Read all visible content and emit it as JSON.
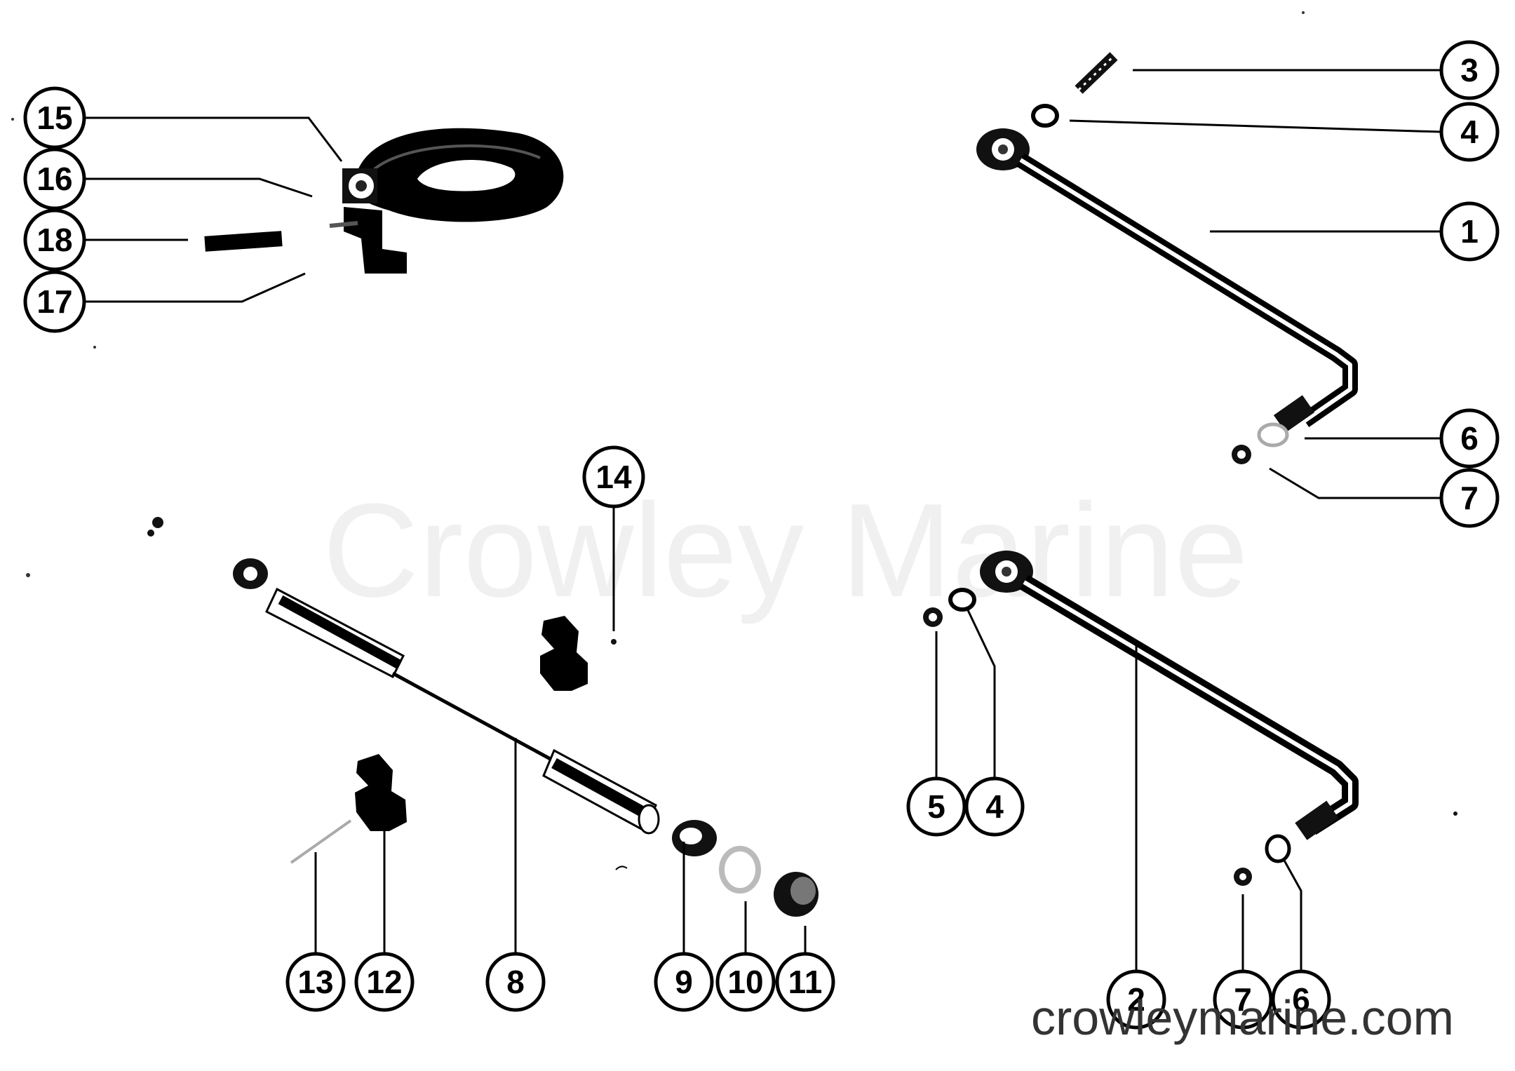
{
  "watermark": "Crowley Marine",
  "website": "crowleymarine.com",
  "callouts": [
    {
      "id": "c15",
      "label": "15"
    },
    {
      "id": "c16",
      "label": "16"
    },
    {
      "id": "c18",
      "label": "18"
    },
    {
      "id": "c17",
      "label": "17"
    },
    {
      "id": "c3",
      "label": "3"
    },
    {
      "id": "c4a",
      "label": "4"
    },
    {
      "id": "c1",
      "label": "1"
    },
    {
      "id": "c6a",
      "label": "6"
    },
    {
      "id": "c7a",
      "label": "7"
    },
    {
      "id": "c14",
      "label": "14"
    },
    {
      "id": "c5",
      "label": "5"
    },
    {
      "id": "c4b",
      "label": "4"
    },
    {
      "id": "c13",
      "label": "13"
    },
    {
      "id": "c12",
      "label": "12"
    },
    {
      "id": "c8",
      "label": "8"
    },
    {
      "id": "c9",
      "label": "9"
    },
    {
      "id": "c10",
      "label": "10"
    },
    {
      "id": "c11",
      "label": "11"
    },
    {
      "id": "c2",
      "label": "2"
    },
    {
      "id": "c7b",
      "label": "7"
    },
    {
      "id": "c6b",
      "label": "6"
    }
  ]
}
